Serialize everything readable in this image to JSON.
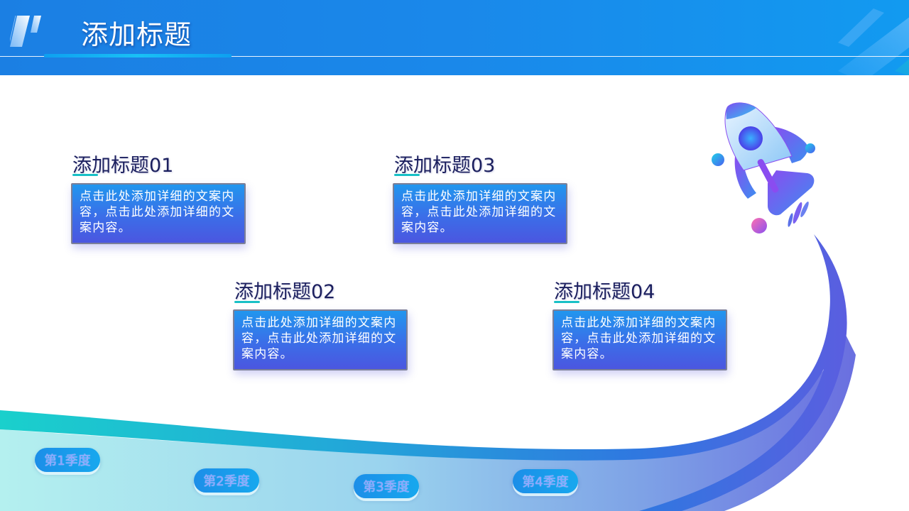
{
  "header": {
    "title": "添加标题"
  },
  "sections": [
    {
      "title": "添加标题01",
      "body": "点击此处添加详细的文案内容，点击此处添加详细的文案内容。"
    },
    {
      "title": "添加标题02",
      "body": "点击此处添加详细的文案内容，点击此处添加详细的文案内容。"
    },
    {
      "title": "添加标题03",
      "body": "点击此处添加详细的文案内容，点击此处添加详细的文案内容。"
    },
    {
      "title": "添加标题04",
      "body": "点击此处添加详细的文案内容，点击此处添加详细的文案内容。"
    }
  ],
  "quarters": [
    {
      "label": "第1季度"
    },
    {
      "label": "第2季度"
    },
    {
      "label": "第3季度"
    },
    {
      "label": "第4季度"
    }
  ],
  "icons": {
    "logo": "slanted-bars-logo-icon",
    "illustration": "rocket-icon"
  },
  "colors": {
    "header_blue": "#1a88ea",
    "accent_teal": "#18c0c6",
    "card_top": "#2196ee",
    "card_bottom": "#4b56e0",
    "title_navy": "#1b1f5e",
    "swoosh_purple": "#5a5ee0"
  }
}
